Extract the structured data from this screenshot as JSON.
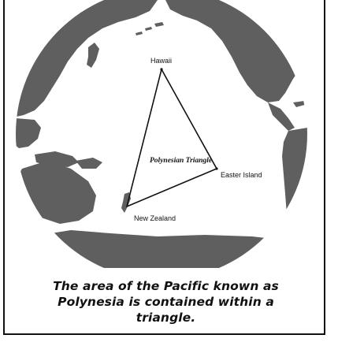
{
  "map": {
    "labels": {
      "hawaii": "Hawaii",
      "easter_island": "Easter Island",
      "new_zealand": "New Zealand",
      "triangle_name": "Polynesian Triangle"
    },
    "colors": {
      "land": "#5f5f5f",
      "ocean": "#ffffff",
      "triangle": "#111111"
    }
  },
  "caption": {
    "text": "The area of the Pacific known as Polynesia is contained within a triangle."
  }
}
